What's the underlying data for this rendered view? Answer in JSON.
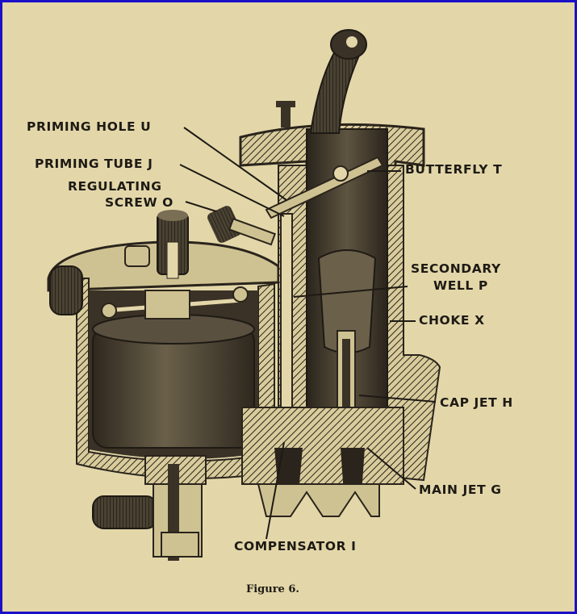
{
  "figure": {
    "caption": "Figure 6.",
    "colors": {
      "paper": "#e3d7aa",
      "ink": "#2a241c",
      "border": "#1a10c8"
    },
    "labels": {
      "priming_hole": "PRIMING HOLE U",
      "priming_tube": "PRIMING TUBE J",
      "regulating_line1": "REGULATING",
      "regulating_line2": "SCREW O",
      "butterfly": "BUTTERFLY T",
      "secondary_line1": "SECONDARY",
      "secondary_line2": "WELL P",
      "choke": "CHOKE X",
      "cap_jet": "CAP JET H",
      "main_jet": "MAIN JET G",
      "compensator": "COMPENSATOR I"
    }
  }
}
